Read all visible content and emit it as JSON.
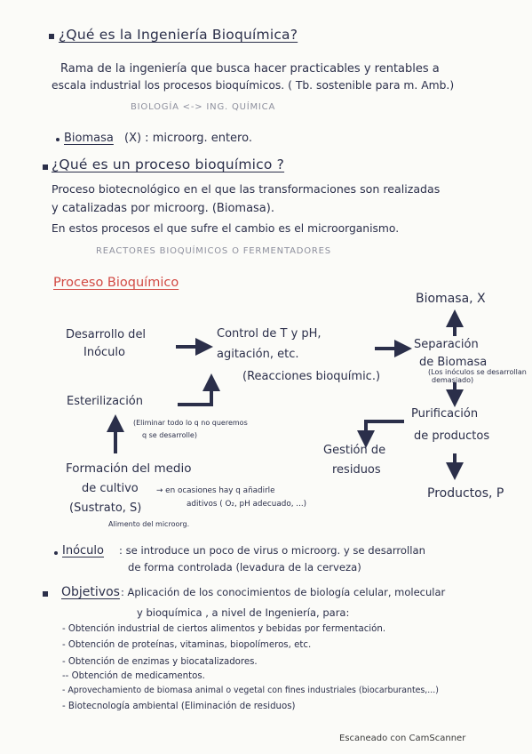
{
  "q1": {
    "title": "¿Qué es la Ingeniería Bioquímica?",
    "line1": "Rama de la ingeniería que busca hacer practicables y rentables a",
    "line2": "escala industrial los procesos bioquímicos. ( Tb. sostenible para m. Amb.)",
    "faint": "BIOLOGÍA <-> ING. QUÍMICA"
  },
  "biomasa": {
    "term": "Biomasa",
    "rest": "(X) : microorg. entero."
  },
  "q2": {
    "title": "¿Qué es un proceso bioquímico ?",
    "line1": "Proceso biotecnológico en el que las transformaciones son realizadas",
    "line2": "y catalizadas por microorg. (Biomasa).",
    "line3": "En estos procesos el que sufre el cambio es el microorganismo.",
    "faint": "REACTORES BIOQUÍMICOS O FERMENTADORES"
  },
  "diagram": {
    "heading": "Proceso Bioquímico",
    "inoculo_1": "Desarrollo del",
    "inoculo_2": "Inóculo",
    "control_1": "Control de T y pH,",
    "control_2": "agitación, etc.",
    "control_3": "(Reacciones bioquímic.)",
    "biomasa_x": "Biomasa, X",
    "separacion_1": "Separación",
    "separacion_2": "de Biomasa",
    "separacion_note_1": "(Los inóculos se desarrollan",
    "separacion_note_2": "demasiado)",
    "purificacion_1": "Purificación",
    "purificacion_2": "de productos",
    "gestion_1": "Gestión de",
    "gestion_2": "residuos",
    "productos": "Productos, P",
    "esterilizacion": "Esterilización",
    "ester_note_1": "(Eliminar todo lo q no queremos",
    "ester_note_2": "q se desarrolle)",
    "formacion_1": "Formación del medio",
    "formacion_2": "de cultivo",
    "formacion_note_1": "→ en ocasiones hay q añadirle",
    "formacion_note_2": "aditivos ( O₂, pH adecuado, ...)",
    "sustrato": "(Sustrato, S)",
    "alimento": "Alimento del microorg."
  },
  "inoculo": {
    "term": "Inóculo",
    "line1": ": se introduce un poco de virus o microorg. y se desarrollan",
    "line2": "de forma controlada (levadura de la cerveza)"
  },
  "objetivos": {
    "term": "Objetivos",
    "line1": ": Aplicación de los conocimientos de biología celular, molecular",
    "line2": "y bioquímica , a nivel de Ingeniería, para:",
    "items": [
      "- Obtención industrial de ciertos alimentos y bebidas por fermentación.",
      "- Obtención de proteínas, vitaminas, biopolímeros, etc.",
      "- Obtención de enzimas y biocatalizadores.",
      "-- Obtención de medicamentos.",
      "- Aprovechamiento de biomasa animal o vegetal con fines industriales (biocarburantes,...)",
      "- Biotecnología ambiental (Eliminación de residuos)"
    ]
  },
  "footer": "Escaneado con CamScanner",
  "colors": {
    "ink": "#2b2f4a",
    "heading_red": "#d24a44",
    "faint": "#8d8f9d",
    "paper": "#fbfbf8"
  }
}
